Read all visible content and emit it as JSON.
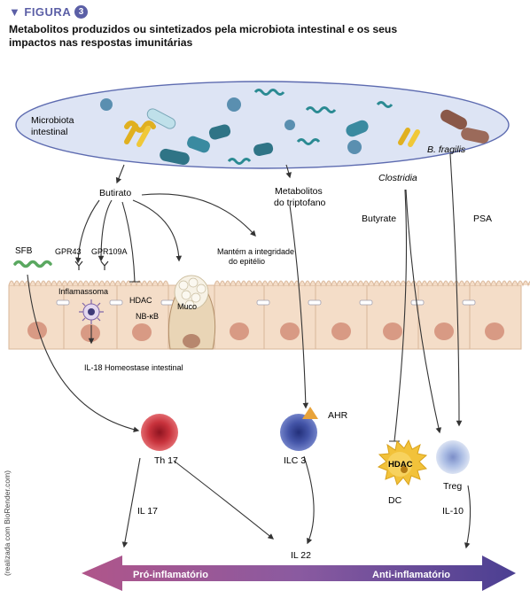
{
  "header": {
    "tag": "FIGURA",
    "number": "3",
    "title": "Metabolitos produzidos ou sintetizados pela microbiota intestinal e os seus impactos nas respostas imunitárias"
  },
  "credit": "(realizada com BioRender.com)",
  "labels": {
    "microbiota": [
      "Microbiota",
      "intestinal"
    ],
    "bfragilis": "B. fragilis",
    "clostridia": "Clostridia",
    "butirato": "Butirato",
    "triptofano": [
      "Metabolitos",
      "do triptofano"
    ],
    "butyrate": "Butyrate",
    "psa": "PSA",
    "sfb": "SFB",
    "gpr43": "GPR43",
    "gpr109a": "GPR109A",
    "inflamassoma": "Inflamassoma",
    "hdac_top": "HDAC",
    "nfkb": "NB-κB",
    "muco": "Muco",
    "integridade": [
      "Mantém a integridade",
      "do epitélio"
    ],
    "il18": "IL-18 Homeostase intestinal",
    "th17": "Th 17",
    "ilc3": "ILC 3",
    "ahr": "AHR",
    "hdac_dc": "HDAC",
    "dc": "DC",
    "treg": "Treg",
    "il17": "IL 17",
    "il22": "IL 22",
    "il10": "IL-10",
    "pro": "Pró-inflamatório",
    "anti": "Anti-inflamatório"
  },
  "colors": {
    "accent": "#5b5fa6",
    "gradient_left": "#b0558a",
    "gradient_right": "#4b3f92",
    "th17": "#c8323c",
    "ilc3": "#4455a8",
    "dc": "#f2c23a",
    "treg": "#8fa6d8"
  }
}
